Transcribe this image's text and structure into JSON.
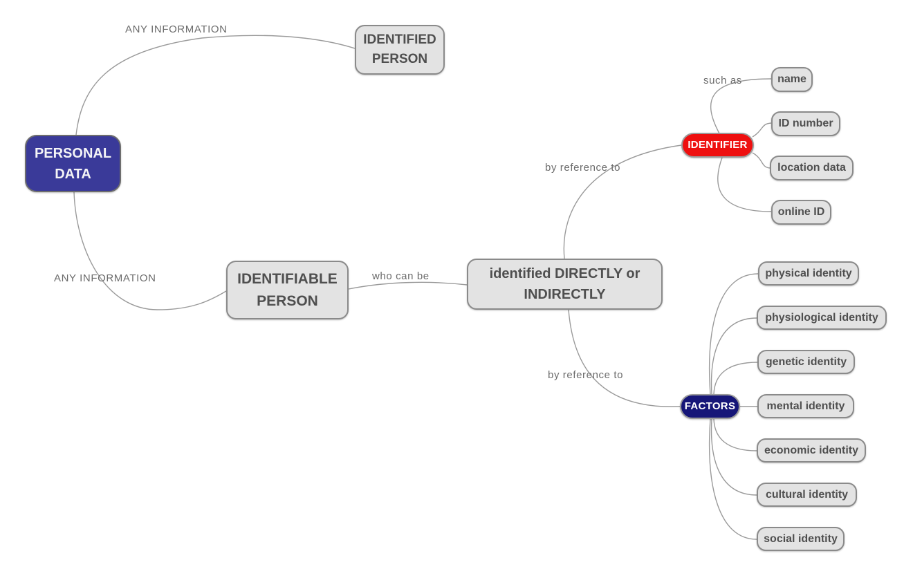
{
  "colors": {
    "root_blue": "#3a3a99",
    "identifier_red": "#ee0f0f",
    "factors_navy": "#161678",
    "node_gray": "#e3e3e3",
    "node_border_gray": "#8a8a8a",
    "edge_gray": "#9a9a9a",
    "label_gray": "#6b6b6b"
  },
  "nodes": {
    "personal_data": {
      "line1": "PERSONAL",
      "line2": "DATA"
    },
    "identified_person": {
      "line1": "IDENTIFIED",
      "line2": "PERSON"
    },
    "identifiable_person": {
      "line1": "IDENTIFIABLE",
      "line2": "PERSON"
    },
    "identified_directly": {
      "line1": "identified DIRECTLY or",
      "line2": "INDIRECTLY"
    },
    "identifier": {
      "label": "IDENTIFIER"
    },
    "factors": {
      "label": "FACTORS"
    },
    "identifier_children": [
      {
        "label": "name"
      },
      {
        "label": "ID number"
      },
      {
        "label": "location data"
      },
      {
        "label": "online ID"
      }
    ],
    "factors_children": [
      {
        "label": "physical identity"
      },
      {
        "label": "physiological identity"
      },
      {
        "label": "genetic identity"
      },
      {
        "label": "mental identity"
      },
      {
        "label": "economic identity"
      },
      {
        "label": "cultural identity"
      },
      {
        "label": "social identity"
      }
    ]
  },
  "edge_labels": {
    "any_information_top": "ANY INFORMATION",
    "any_information_bottom": "ANY INFORMATION",
    "who_can_be": "who can be",
    "by_reference_top": "by reference to",
    "by_reference_bottom": "by reference to",
    "such_as": "such as"
  }
}
